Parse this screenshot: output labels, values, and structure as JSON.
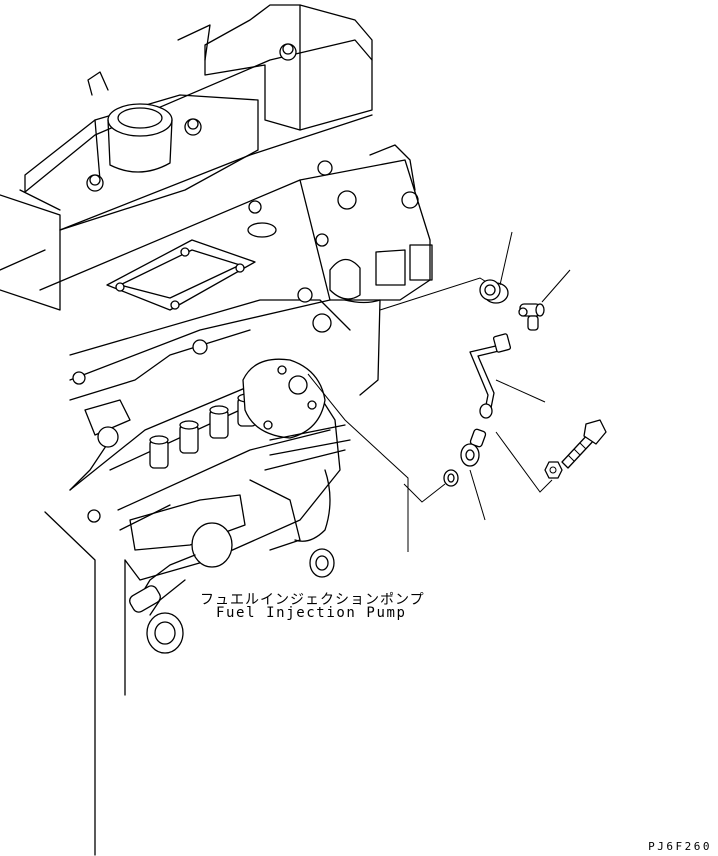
{
  "callout": {
    "label_jp": "フュエルインジェクションポンプ",
    "label_en": "Fuel Injection Pump"
  },
  "drawing_code": "PJ6F260",
  "parts": {
    "engine_block": "engine-block",
    "fuel_injection_pump": "fuel-injection-pump",
    "grommet": "grommet",
    "elbow_fitting": "elbow-fitting",
    "fuel_tube": "fuel-tube",
    "gasket": "gasket-washer",
    "eye_joint": "eye-joint",
    "bolt": "bolt",
    "nut": "nut"
  }
}
